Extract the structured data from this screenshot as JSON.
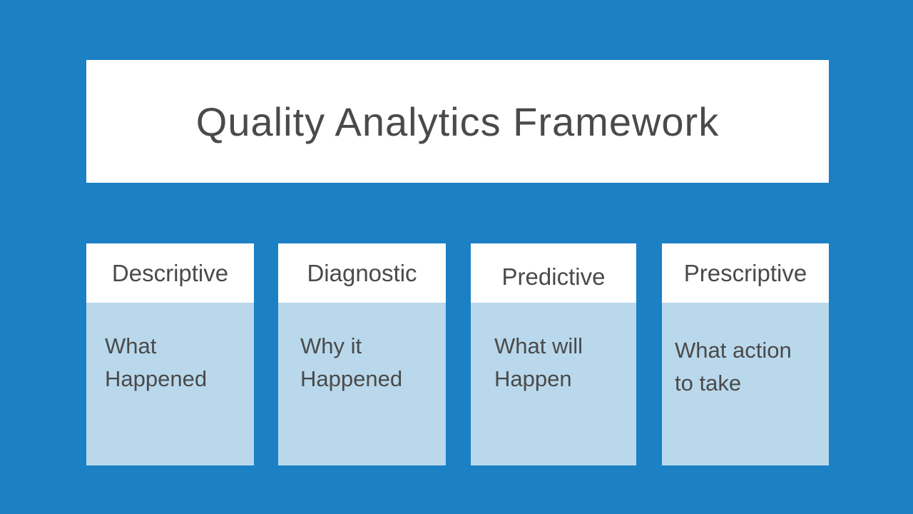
{
  "slide": {
    "title": "Quality Analytics Framework",
    "colors": {
      "background": "#1b80c4",
      "card_body": "#b9d8ec",
      "card_header_bg": "#ffffff",
      "text": "#4a4a4a"
    },
    "cards": [
      {
        "header": "Descriptive",
        "body": "What\nHappened"
      },
      {
        "header": "Diagnostic",
        "body": "Why it\nHappened"
      },
      {
        "header": "Predictive",
        "body": "What will\nHappen"
      },
      {
        "header": "Prescriptive",
        "body": "What action\nto take"
      }
    ]
  }
}
